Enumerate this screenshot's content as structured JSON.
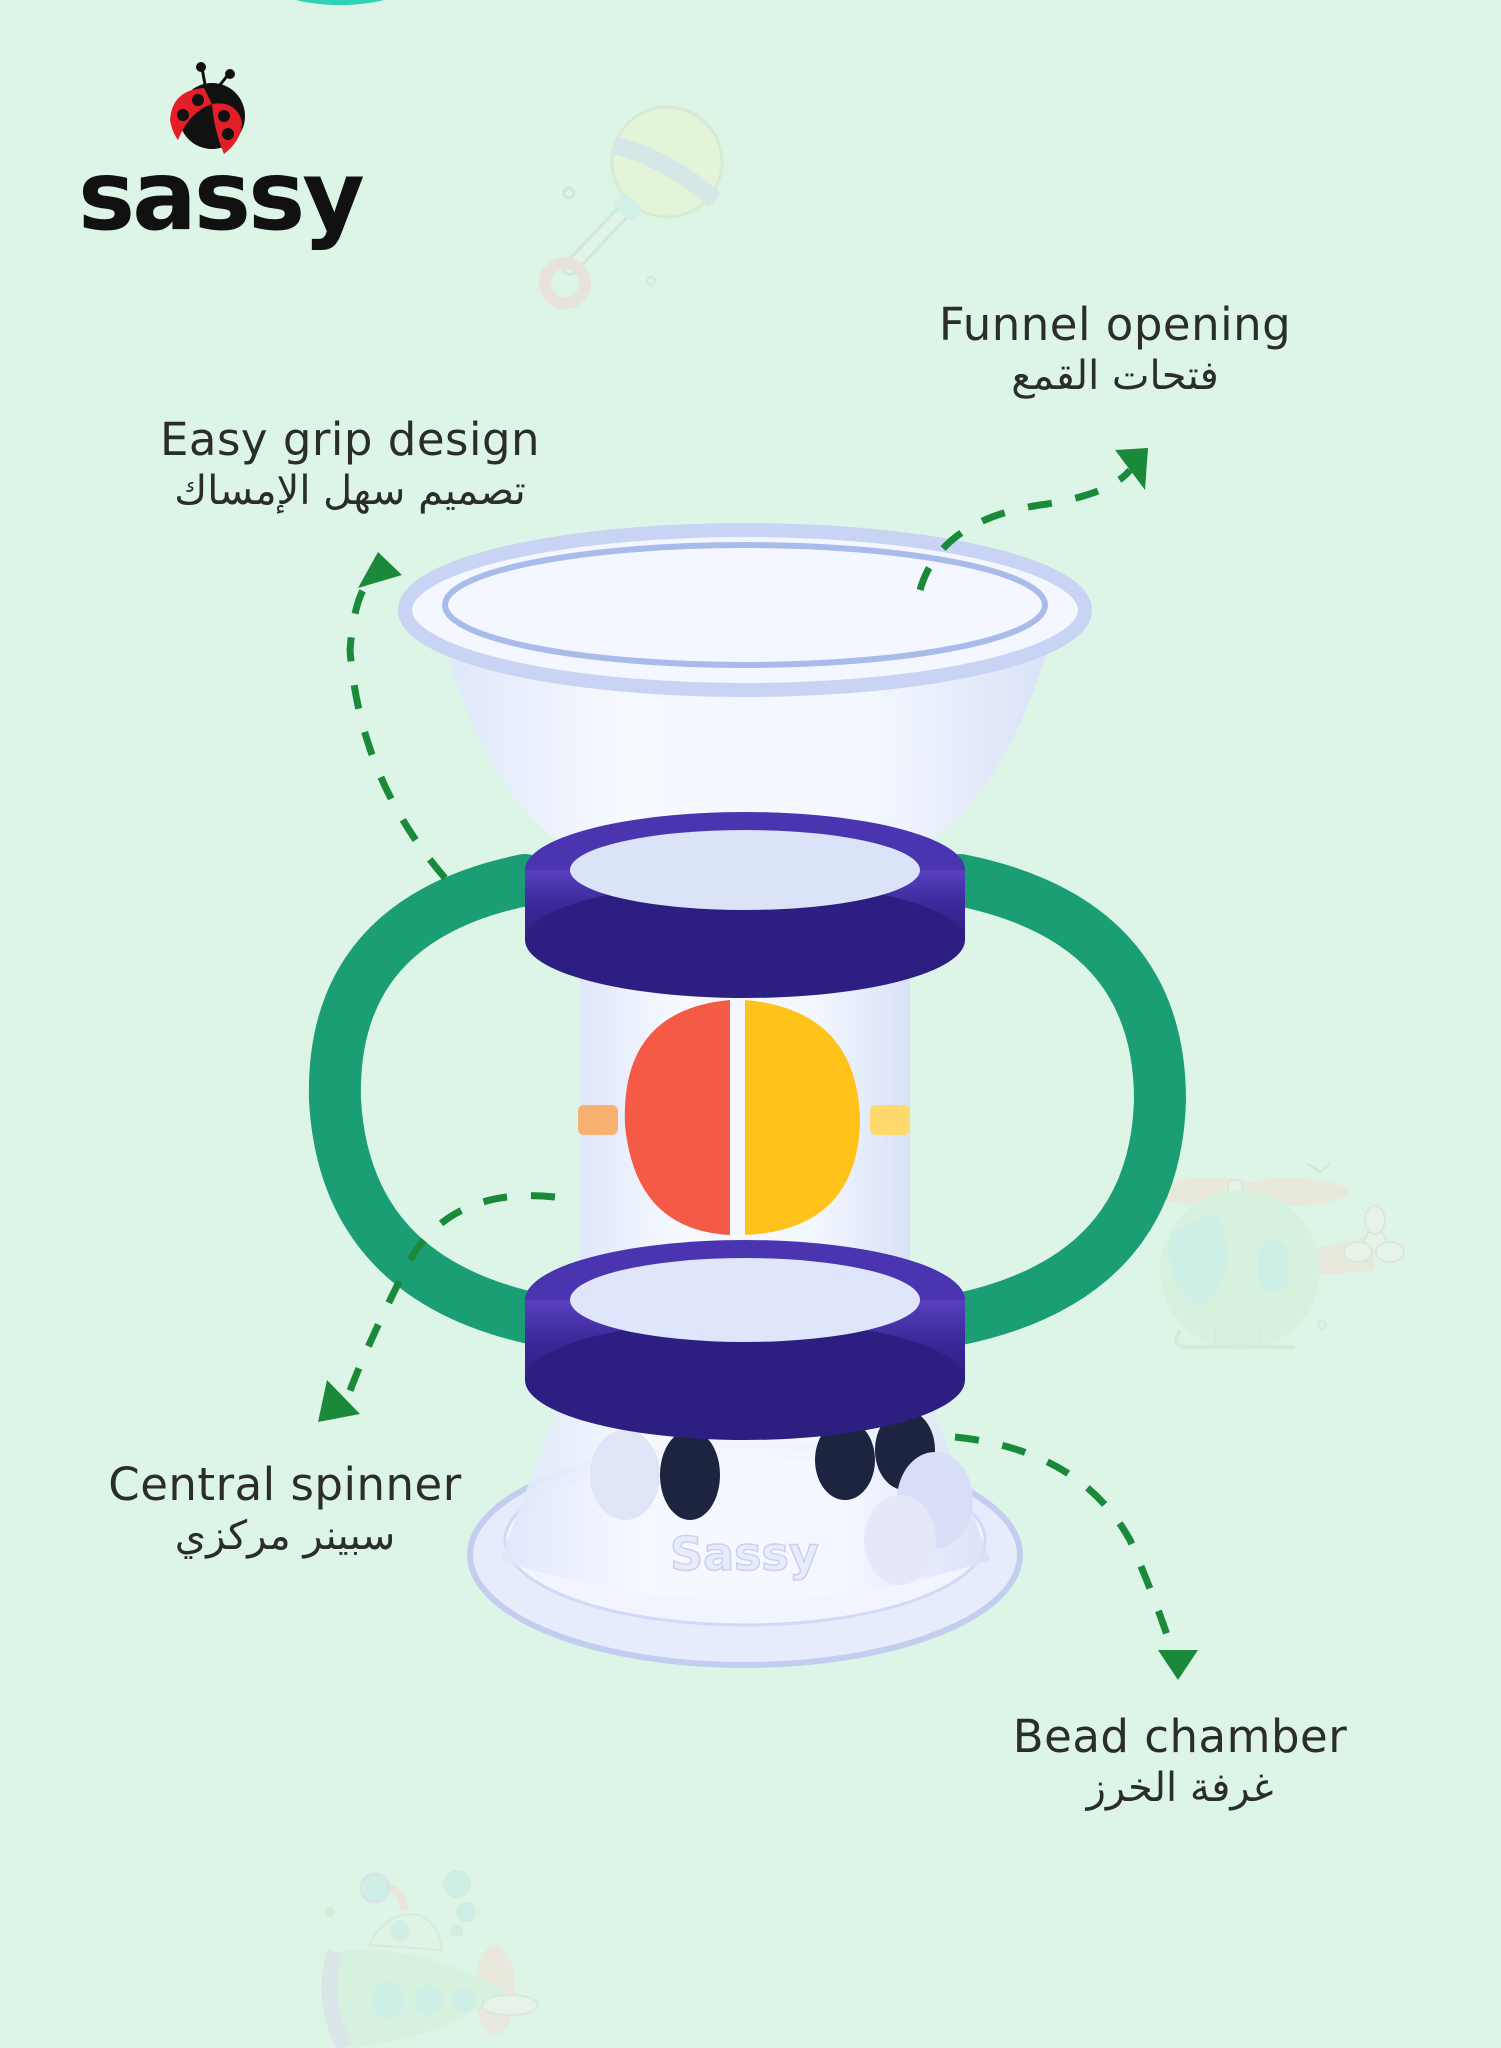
{
  "brand": {
    "name": "sassy",
    "logo_icon": "ladybug-icon",
    "colors": {
      "ladybug_red": "#e41e26",
      "ladybug_black": "#111111",
      "text": "#111111"
    }
  },
  "background": {
    "color": "#ddf5e7",
    "decorations": [
      "rattle-icon",
      "helicopter-icon",
      "submarine-icon"
    ]
  },
  "product": {
    "name": "Sassy spinner funnel toy",
    "embossed_text": "Sassy",
    "colors": {
      "handle": "#1ea37a",
      "ring": "#3d2b9e",
      "spinner_left": "#f45a45",
      "spinner_right": "#ffc21a",
      "clear_body": "#eef3ff",
      "beads_dark": "#1d2440",
      "beads_light": "#d8def5"
    }
  },
  "arrow_color": "#1a8a3a",
  "callouts": {
    "funnel": {
      "en": "Funnel opening",
      "ar": "فتحات القمع"
    },
    "grip": {
      "en": "Easy grip design",
      "ar": "تصميم سهل الإمساك"
    },
    "spinner": {
      "en": "Central spinner",
      "ar": "سبينر مركزي"
    },
    "bead": {
      "en": "Bead chamber",
      "ar": "غرفة الخرز"
    }
  }
}
